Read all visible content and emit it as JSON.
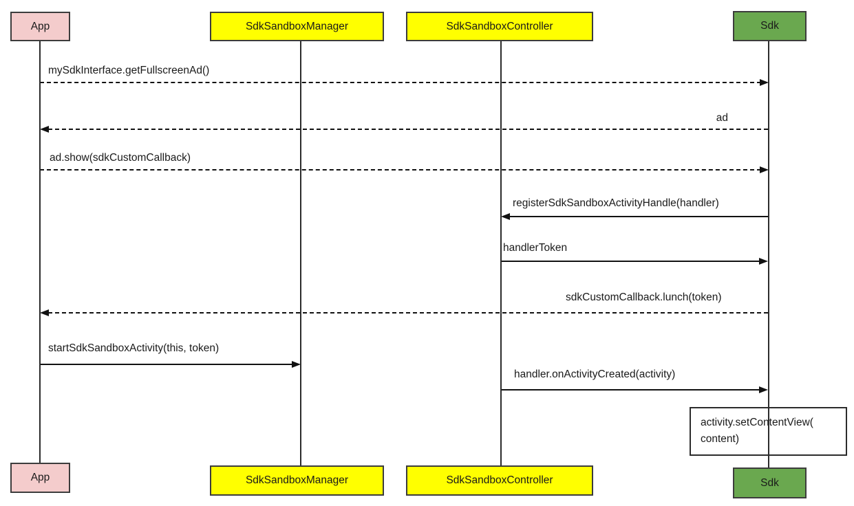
{
  "diagram_type": "uml-sequence-diagram",
  "colors": {
    "app_fill": "#f4cccc",
    "manager_fill": "#ffff00",
    "controller_fill": "#ffff00",
    "sdk_fill": "#6aa84f",
    "box_border": "#3c3c3c",
    "line": "#111111",
    "background": "#ffffff"
  },
  "participants": [
    {
      "id": "app",
      "label": "App",
      "fill": "#f4cccc"
    },
    {
      "id": "sdk-sandbox-manager",
      "label": "SdkSandboxManager",
      "fill": "#ffff00"
    },
    {
      "id": "sdk-sandbox-controller",
      "label": "SdkSandboxController",
      "fill": "#ffff00"
    },
    {
      "id": "sdk",
      "label": "Sdk",
      "fill": "#6aa84f"
    }
  ],
  "messages": [
    {
      "label": "mySdkInterface.getFullscreenAd()",
      "from": "App",
      "to": "Sdk",
      "style": "dashed",
      "direction": "right"
    },
    {
      "label": "ad",
      "from": "Sdk",
      "to": "App",
      "style": "dashed",
      "direction": "left"
    },
    {
      "label": "ad.show(sdkCustomCallback)",
      "from": "App",
      "to": "Sdk",
      "style": "dashed",
      "direction": "right"
    },
    {
      "label": "registerSdkSandboxActivityHandle(handler)",
      "from": "Sdk",
      "to": "SdkSandboxController",
      "style": "solid",
      "direction": "left"
    },
    {
      "label": "handlerToken",
      "from": "SdkSandboxController",
      "to": "Sdk",
      "style": "solid",
      "direction": "right"
    },
    {
      "label": "sdkCustomCallback.lunch(token)",
      "from": "Sdk",
      "to": "App",
      "style": "dashed",
      "direction": "left"
    },
    {
      "label": "startSdkSandboxActivity(this, token)",
      "from": "App",
      "to": "SdkSandboxManager",
      "style": "solid",
      "direction": "right"
    },
    {
      "label": "handler.onActivityCreated(activity)",
      "from": "SdkSandboxController",
      "to": "Sdk",
      "style": "solid",
      "direction": "right"
    }
  ],
  "note": {
    "attached_to": "Sdk",
    "line1": "activity.setContentView(",
    "line2": "content)"
  }
}
